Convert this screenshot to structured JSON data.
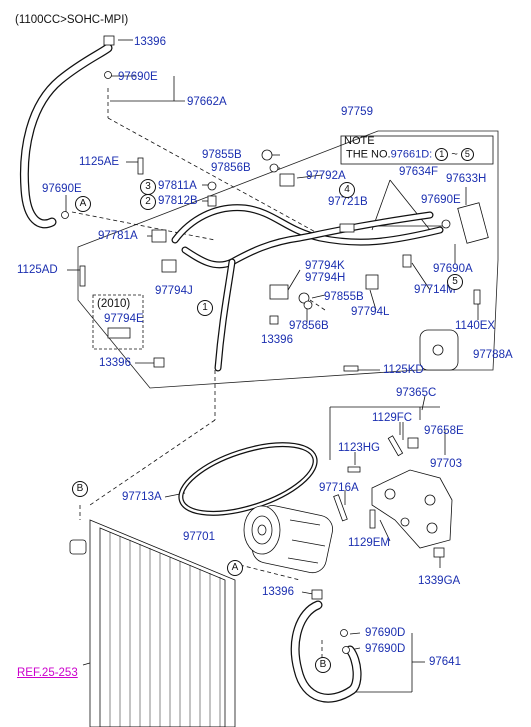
{
  "header": {
    "title": "(1100CC>SOHC-MPI)"
  },
  "note": {
    "title": "NOTE",
    "text": "THE NO.",
    "ref": "97661D:",
    "range_start": "1",
    "range_sep": "~",
    "range_end": "5"
  },
  "year_box": {
    "year": "(2010)",
    "part": "97794E"
  },
  "parts": {
    "p13396_top": "13396",
    "p97690E_top": "97690E",
    "p97662A": "97662A",
    "p97759": "97759",
    "p1125AE": "1125AE",
    "p97855B_a": "97855B",
    "p97856B_a": "97856B",
    "p97792A": "97792A",
    "p97634F": "97634F",
    "p97633H": "97633H",
    "p97690E_left": "97690E",
    "p97811A": "97811A",
    "p97812B": "97812B",
    "p97721B": "97721B",
    "p97690E_right": "97690E",
    "p97781A": "97781A",
    "p97690A": "97690A",
    "p1125AD": "1125AD",
    "p97794K": "97794K",
    "p97794H": "97794H",
    "p97794J": "97794J",
    "p97714M": "97714M",
    "p97855B_b": "97855B",
    "p97794L": "97794L",
    "p1140EX": "1140EX",
    "p97856B_b": "97856B",
    "p13396_mid": "13396",
    "p97788A": "97788A",
    "p13396_left": "13396",
    "p1125KD": "1125KD",
    "p97365C": "97365C",
    "p1129FC": "1129FC",
    "p97658E": "97658E",
    "p1123HG": "1123HG",
    "p97703": "97703",
    "p97713A": "97713A",
    "p97716A": "97716A",
    "p97701": "97701",
    "p1129EM": "1129EM",
    "p1339GA": "1339GA",
    "p13396_bot": "13396",
    "p97690D_a": "97690D",
    "p97690D_b": "97690D",
    "p97641": "97641",
    "ref": "REF.25-253"
  },
  "markers": {
    "A_top": "A",
    "B_mid": "B",
    "A_bot": "A",
    "B_bot": "B",
    "n1": "1",
    "n2": "2",
    "n3": "3",
    "n4": "4",
    "n5": "5"
  }
}
